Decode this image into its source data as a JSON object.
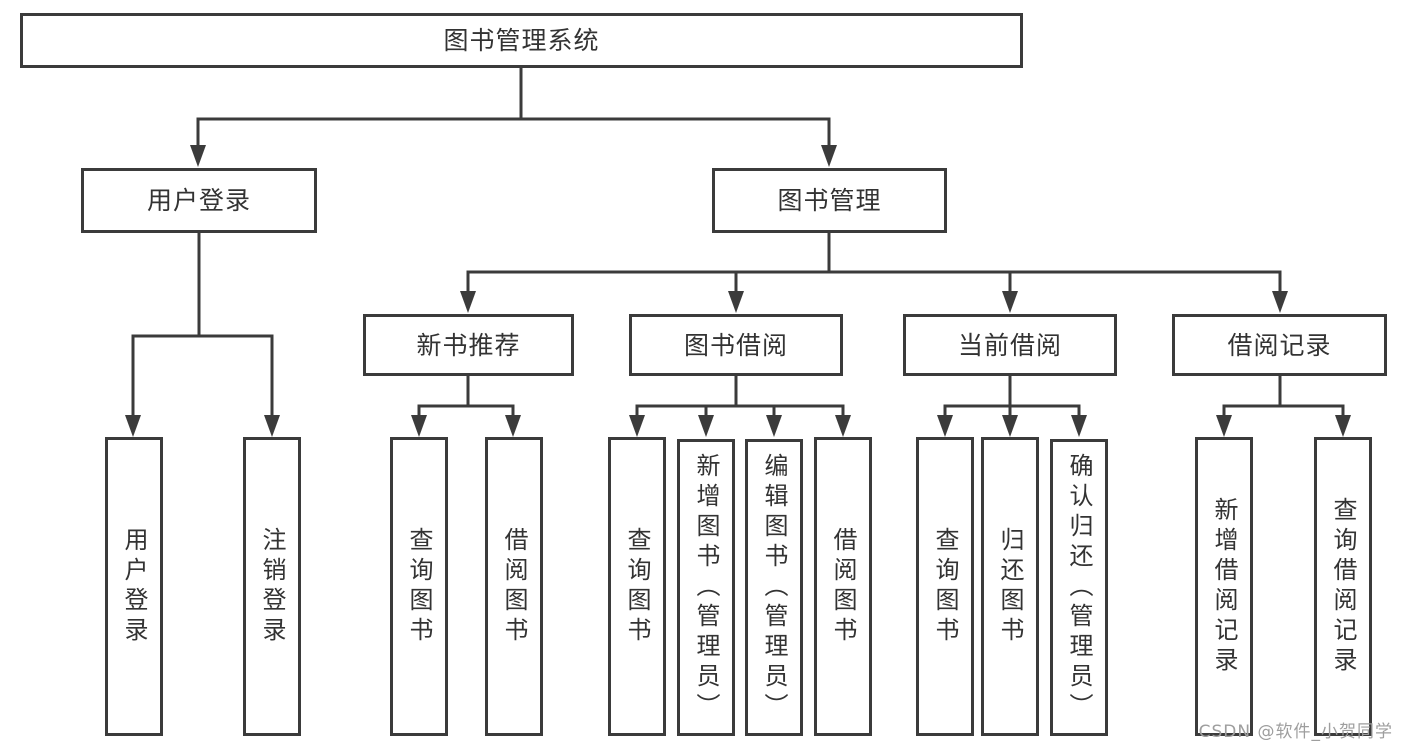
{
  "tree": {
    "root": {
      "label": "图书管理系统",
      "children": [
        {
          "label": "用户登录",
          "children": [
            {
              "label": "用户登录"
            },
            {
              "label": "注销登录"
            }
          ]
        },
        {
          "label": "图书管理",
          "children": [
            {
              "label": "新书推荐",
              "children": [
                {
                  "label": "查询图书"
                },
                {
                  "label": "借阅图书"
                }
              ]
            },
            {
              "label": "图书借阅",
              "children": [
                {
                  "label": "查询图书"
                },
                {
                  "label": "新增图书（管理员）"
                },
                {
                  "label": "编辑图书（管理员）"
                },
                {
                  "label": "借阅图书"
                }
              ]
            },
            {
              "label": "当前借阅",
              "children": [
                {
                  "label": "查询图书"
                },
                {
                  "label": "归还图书"
                },
                {
                  "label": "确认归还（管理员）"
                }
              ]
            },
            {
              "label": "借阅记录",
              "children": [
                {
                  "label": "新增借阅记录"
                },
                {
                  "label": "查询借阅记录"
                }
              ]
            }
          ]
        }
      ]
    }
  },
  "watermark": {
    "text": "CSDN @软件_小贺同学"
  },
  "colors": {
    "line": "#3b3b3b",
    "box_border": "#3b3b3b",
    "box_fill": "#ffffff",
    "text": "#333333",
    "watermark": "#9e9e9e",
    "background": "#ffffff"
  }
}
